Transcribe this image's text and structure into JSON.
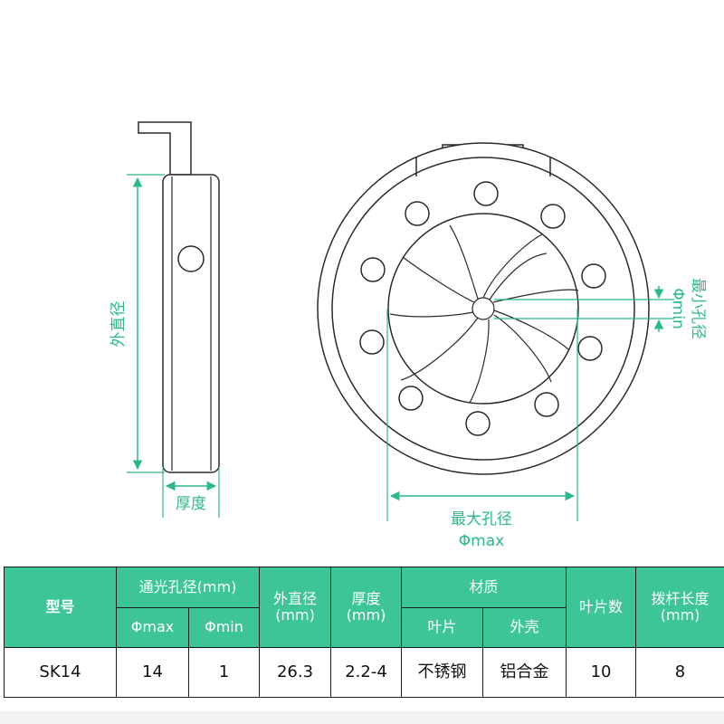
{
  "diagram": {
    "side_view": {
      "outer_diameter_label": "外直径",
      "thickness_label": "厚度"
    },
    "front_view": {
      "min_aperture_label": "最小孔径",
      "min_aperture_symbol": "Φmin",
      "max_aperture_label": "最大孔径",
      "max_aperture_symbol": "Φmax"
    },
    "colors": {
      "line": "#2a2a2a",
      "dimension": "#2bb98a",
      "header_bg": "#3ec596"
    }
  },
  "spec_table": {
    "headers": {
      "model": "型号",
      "aperture_group": "通光孔径(mm)",
      "phi_max": "Φmax",
      "phi_min": "Φmin",
      "outer_diameter": "外直径\n(mm)",
      "thickness": "厚度\n(mm)",
      "material": "材质",
      "blade_material": "叶片",
      "shell_material": "外壳",
      "blade_count": "叶片数",
      "lever_length": "拨杆长度\n(mm)"
    },
    "rows": [
      {
        "model": "SK14",
        "phi_max": "14",
        "phi_min": "1",
        "outer_diameter": "26.3",
        "thickness": "2.2-4",
        "blade_material": "不锈钢",
        "shell_material": "铝合金",
        "blade_count": "10",
        "lever_length": "8"
      }
    ]
  }
}
